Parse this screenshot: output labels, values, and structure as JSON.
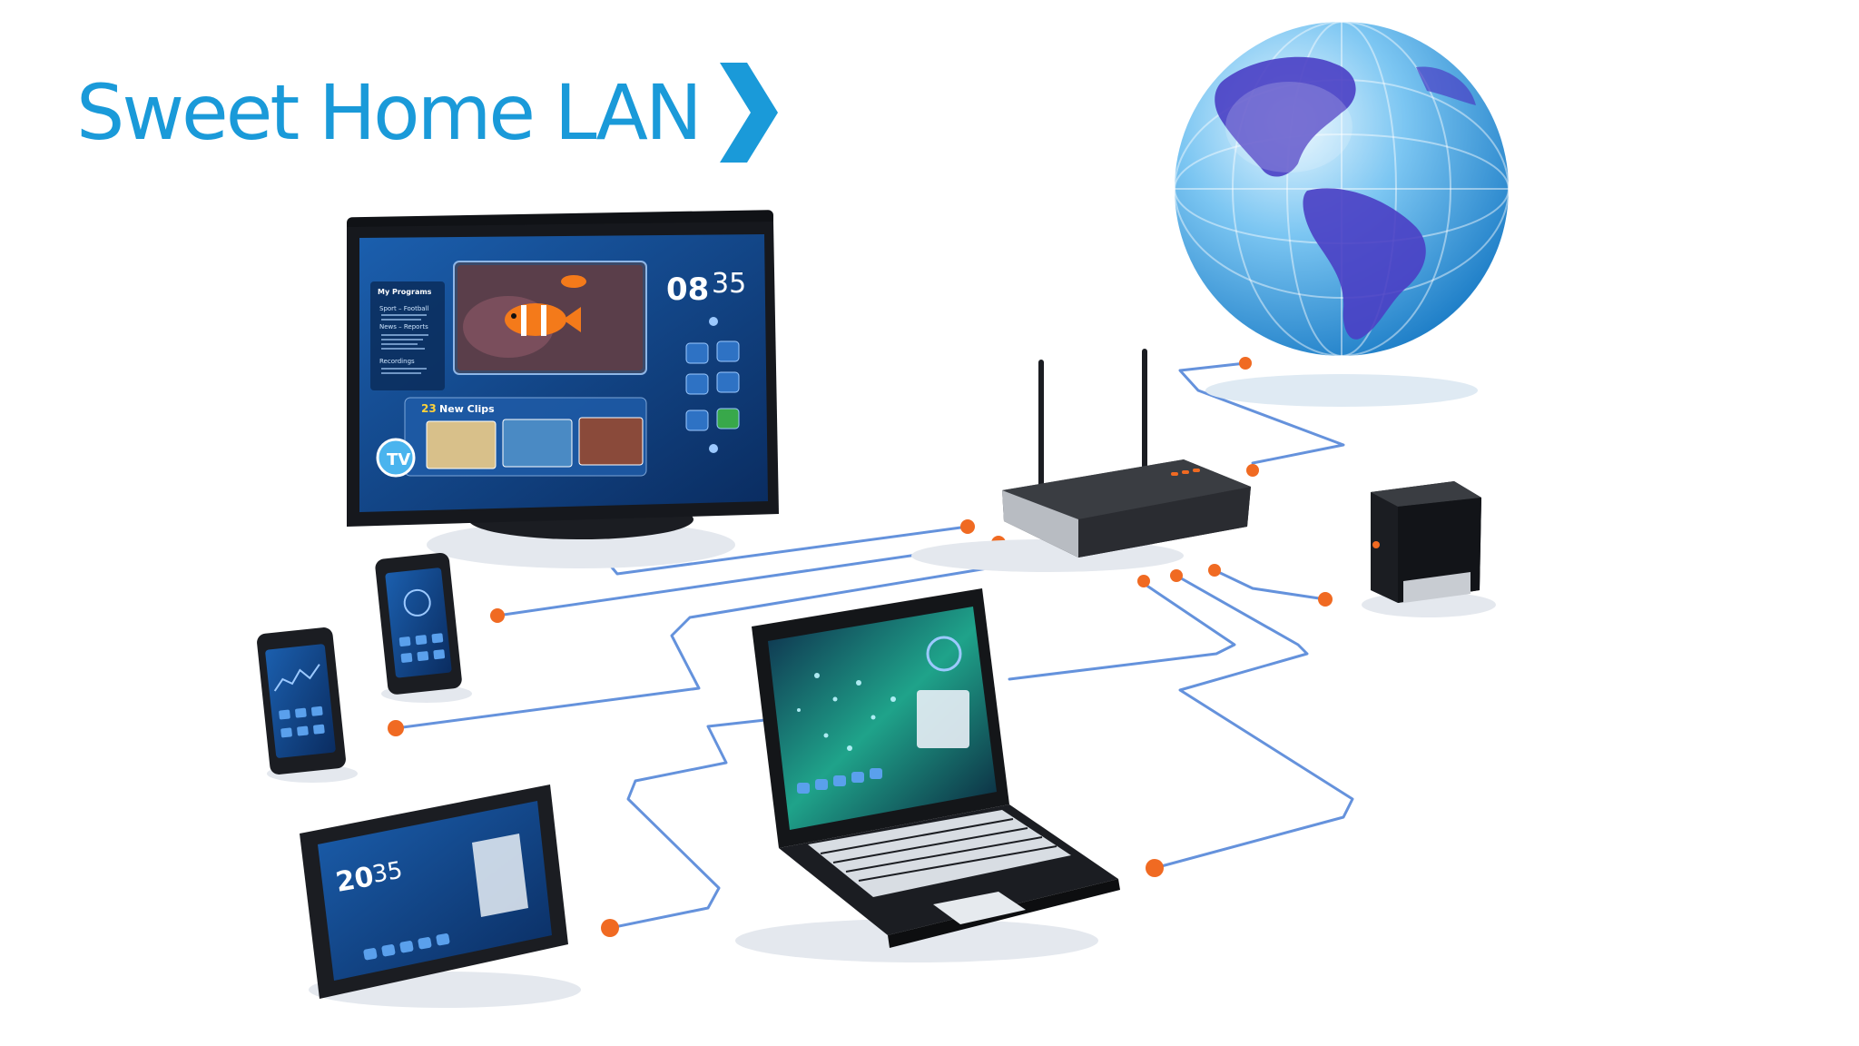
{
  "brand": {
    "title": "Sweet Home LAN",
    "icon": "chevron-right-icon",
    "color": "#1a9ad9"
  },
  "tv": {
    "menu_title": "My Programs",
    "menu_items": [
      "Sport – Football",
      "News – Reports",
      "Recordings"
    ],
    "clock_hour": "08",
    "clock_minute": "35",
    "clips_count": "23",
    "clips_label": "New Clips",
    "badge": "TV"
  },
  "tablet": {
    "clock_hour": "20",
    "clock_minute": "35"
  },
  "colors": {
    "cable": "#4a7fd6",
    "connector": "#f06a22",
    "device_body": "#1b1d22",
    "screen_bg": "#0d3d7a",
    "globe_ocean": "#7cc6f2",
    "globe_land": "#4a3fc4"
  },
  "devices": [
    "television",
    "router",
    "globe",
    "external-hard-drive",
    "laptop",
    "smartphone",
    "smartphone",
    "tablet"
  ]
}
